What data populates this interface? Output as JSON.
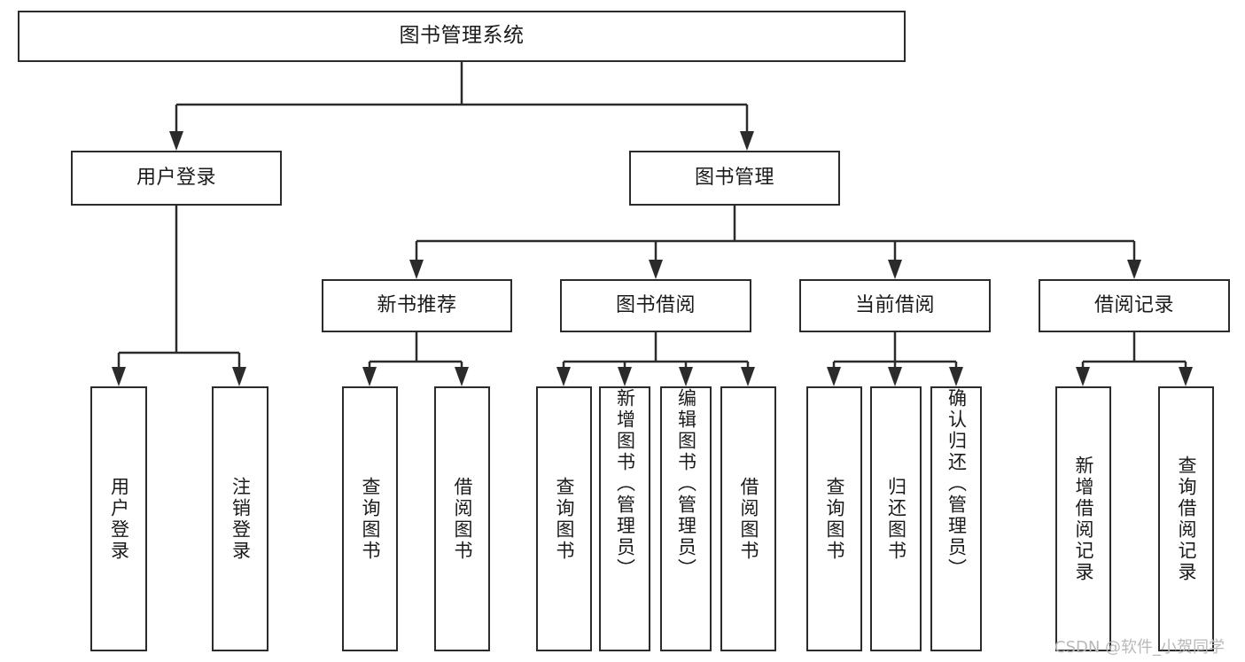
{
  "diagram": {
    "title": "图书管理系统",
    "root": {
      "label": "图书管理系统"
    },
    "level1": [
      {
        "label": "用户登录"
      },
      {
        "label": "图书管理"
      }
    ],
    "level2": [
      {
        "label": "新书推荐"
      },
      {
        "label": "图书借阅"
      },
      {
        "label": "当前借阅"
      },
      {
        "label": "借阅记录"
      }
    ],
    "leaves": {
      "user_login": [
        {
          "label": "用户登录"
        },
        {
          "label": "注销登录"
        }
      ],
      "new_book_recommend": [
        {
          "label": "查询图书"
        },
        {
          "label": "借阅图书"
        }
      ],
      "book_borrow": [
        {
          "label": "查询图书"
        },
        {
          "label": "新增图书（管理员）"
        },
        {
          "label": "编辑图书（管理员）"
        },
        {
          "label": "借阅图书"
        }
      ],
      "current_borrow": [
        {
          "label": "查询图书"
        },
        {
          "label": "归还图书"
        },
        {
          "label": "确认归还（管理员）"
        }
      ],
      "borrow_record": [
        {
          "label": "新增借阅记录"
        },
        {
          "label": "查询借阅记录"
        }
      ]
    },
    "watermark": "CSDN @软件_小贺同学",
    "colors": {
      "stroke": "#2b2b2b",
      "fill": "#ffffff",
      "text": "#1a1a1a",
      "watermark": "#b9b9b9"
    }
  }
}
